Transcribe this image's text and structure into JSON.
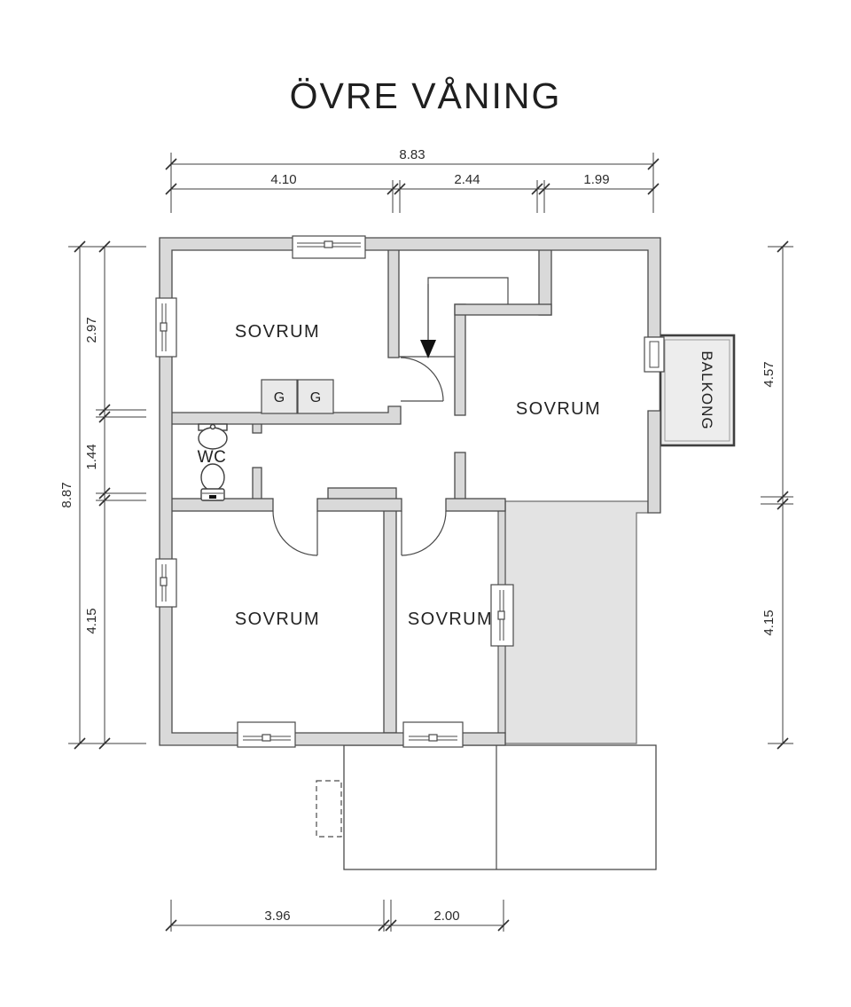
{
  "title": "ÖVRE VÅNING",
  "rooms": {
    "bedroom_top_left": "SOVRUM",
    "bedroom_top_right": "SOVRUM",
    "bedroom_bottom_left": "SOVRUM",
    "bedroom_bottom_middle": "SOVRUM",
    "wc": "WC",
    "balcony": "BALKONG",
    "closet_left": "G",
    "closet_right": "G"
  },
  "dimensions": {
    "top": {
      "total": "8.83",
      "segments": [
        "4.10",
        "2.44",
        "1.99"
      ]
    },
    "left": {
      "total": "8.87",
      "segments": [
        "2.97",
        "1.44",
        "4.15"
      ]
    },
    "right": {
      "segments": [
        "4.57",
        "4.15"
      ]
    },
    "bottom": {
      "segments": [
        "3.96",
        "2.00"
      ]
    }
  },
  "colors": {
    "wall_fill": "#d9d9d9",
    "attic_fill": "#e3e3e3",
    "balcony_fill": "#ededed",
    "closet_fill": "#e9e9e9",
    "line": "#4a4a4a",
    "dim": "#3f3f3f",
    "text": "#1f1f1f"
  }
}
